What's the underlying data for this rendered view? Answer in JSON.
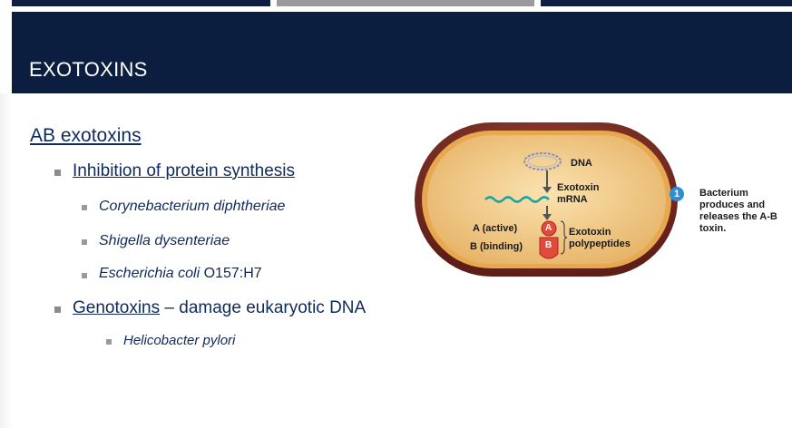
{
  "header": {
    "title": "EXOTOXINS"
  },
  "outline": {
    "heading": "AB exotoxins",
    "item1": {
      "label": "Inhibition of protein synthesis",
      "subitems": [
        {
          "italic": "Corynebacterium diphtheriae",
          "suffix": ""
        },
        {
          "italic": "Shigella dysenteriae",
          "suffix": ""
        },
        {
          "italic": "Escherichia coli",
          "suffix": " O157:H7"
        }
      ]
    },
    "item2": {
      "label": "Genotoxins",
      "rest": " – damage eukaryotic DNA",
      "subitems": [
        {
          "italic": "Helicobacter pylori"
        }
      ]
    }
  },
  "diagram": {
    "dna": "DNA",
    "mrna_line1": "Exotoxin",
    "mrna_line2": "mRNA",
    "a_active": "A (active)",
    "b_binding": "B (binding)",
    "a_letter": "A",
    "b_letter": "B",
    "poly_line1": "Exotoxin",
    "poly_line2": "polypeptides",
    "step_number": "1",
    "step_text": "Bacterium produces and releases the A-B toxin."
  },
  "colors": {
    "header_bg": "#0c1e40",
    "text": "#0f2a5c",
    "cell_outer": "#7a2a20",
    "cell_inner": "#f7d79c",
    "toxin_red": "#e24b3b",
    "step_blue": "#2a8fd6"
  }
}
